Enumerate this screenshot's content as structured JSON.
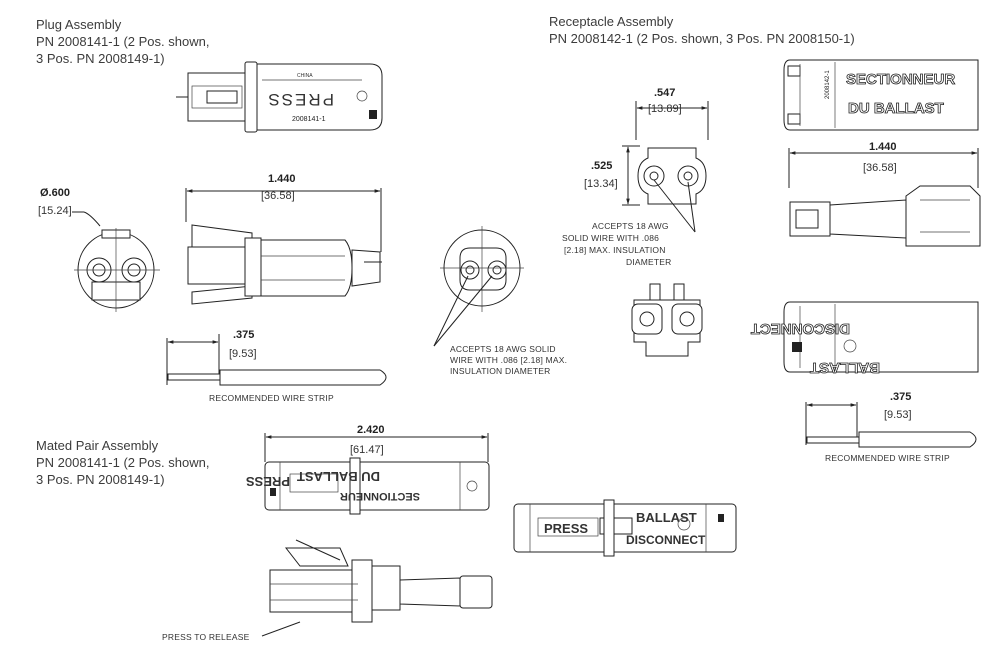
{
  "plug": {
    "title": "Plug Assembly",
    "pn1": "PN 2008141-1 (2 Pos. shown,",
    "pn2": "3 Pos. PN 2008149-1)",
    "press_label": "PRESS",
    "part_mark": "2008141-1",
    "china_mark": "CHINA",
    "diameter": "Ø.600",
    "diameter_mm": "[15.24]",
    "length": "1.440",
    "length_mm": "[36.58]",
    "strip": ".375",
    "strip_mm": "[9.53]",
    "strip_label": "RECOMMENDED WIRE STRIP",
    "wire_note1": "ACCEPTS 18 AWG SOLID",
    "wire_note2": "WIRE WITH .086 [2.18] MAX.",
    "wire_note3": "INSULATION DIAMETER"
  },
  "receptacle": {
    "title": "Receptacle Assembly",
    "pn": "PN 2008142-1 (2 Pos. shown, 3 Pos. PN 2008150-1)",
    "width": ".547",
    "width_mm": "[13.89]",
    "height": ".525",
    "height_mm": "[13.34]",
    "wire_note1": "ACCEPTS 18 AWG",
    "wire_note2": "SOLID WIRE WITH .086",
    "wire_note3": "[2.18] MAX. INSULATION",
    "wire_note4": "DIAMETER",
    "label_fr1": "SECTIONNEUR",
    "label_fr2": "DU BALLAST",
    "label_en1": "DISCONNECT",
    "label_en2": "BALLAST",
    "length": "1.440",
    "length_mm": "[36.58]",
    "strip": ".375",
    "strip_mm": "[9.53]",
    "strip_label": "RECOMMENDED WIRE STRIP"
  },
  "mated": {
    "title": "Mated Pair Assembly",
    "pn1": "PN 2008141-1 (2 Pos. shown,",
    "pn2": "3 Pos. PN 2008149-1)",
    "length": "2.420",
    "length_mm": "[61.47]",
    "press_label": "PRESS",
    "label_fr1": "DU BALLAST",
    "label_fr2": "SECTIONNEUR",
    "label_en1": "BALLAST",
    "label_en2": "DISCONNECT",
    "release_label": "PRESS TO RELEASE"
  }
}
